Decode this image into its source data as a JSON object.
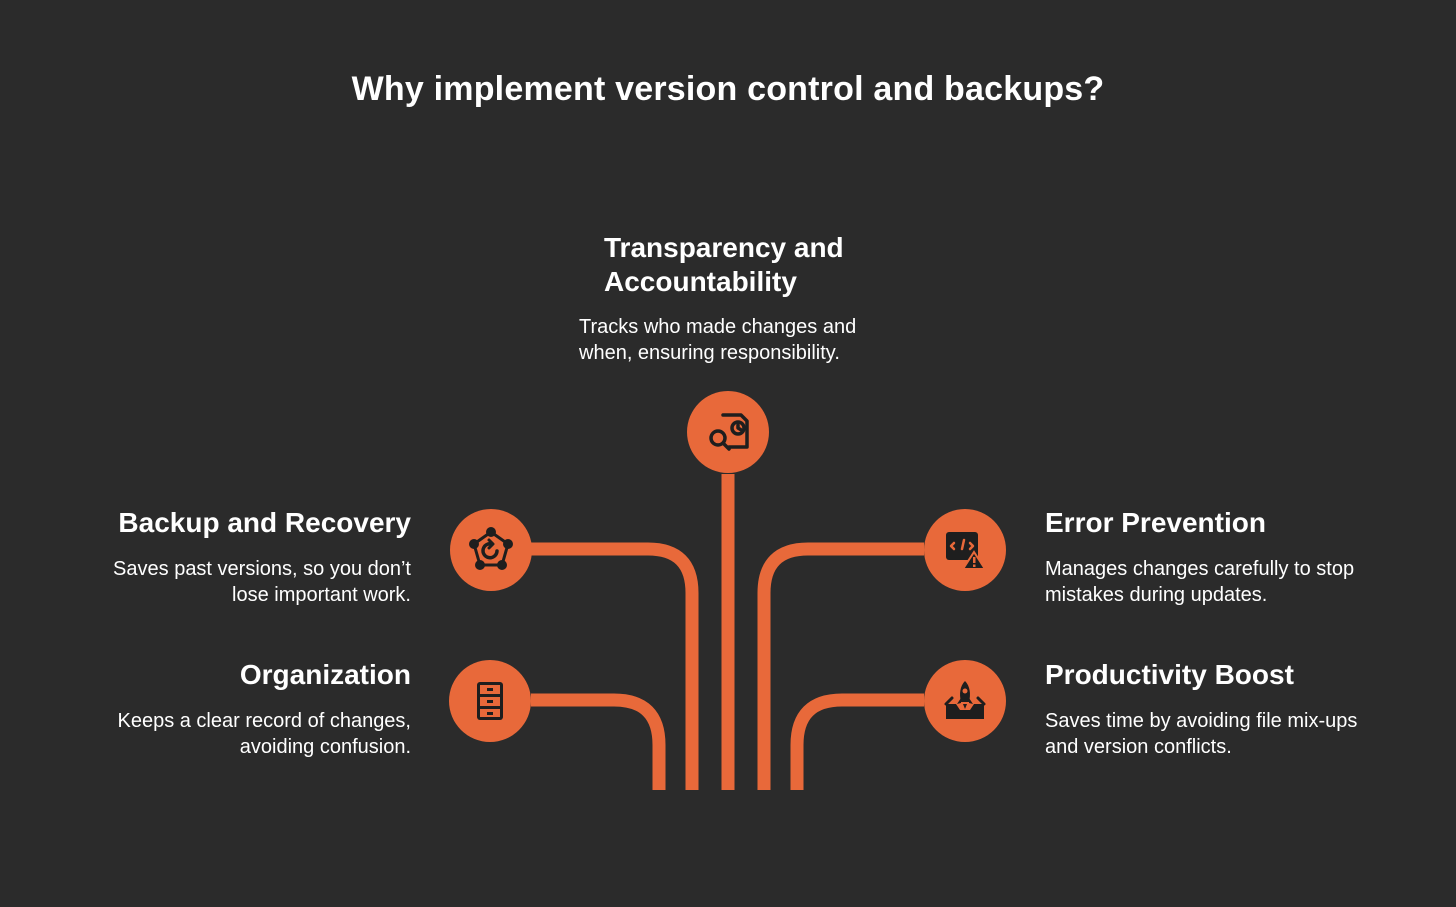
{
  "title": "Why implement version control and backups?",
  "accent_color": "#e8693a",
  "background_color": "#2b2b2b",
  "items": {
    "transparency": {
      "heading_line1": "Transparency and",
      "heading_line2": "Accountability",
      "desc_line1": "Tracks who made changes and",
      "desc_line2": "when, ensuring responsibility.",
      "icon": "document-search-icon"
    },
    "backup": {
      "heading": "Backup and Recovery",
      "desc_line1": "Saves past versions, so you don’t",
      "desc_line2": "lose important work.",
      "icon": "recovery-network-icon"
    },
    "organization": {
      "heading": "Organization",
      "desc_line1": "Keeps a clear record of changes,",
      "desc_line2": "avoiding confusion.",
      "icon": "filing-cabinet-icon"
    },
    "error": {
      "heading": "Error Prevention",
      "desc_line1": "Manages changes carefully to stop",
      "desc_line2": "mistakes during updates.",
      "icon": "code-warning-icon"
    },
    "productivity": {
      "heading": "Productivity Boost",
      "desc_line1": "Saves time by avoiding file mix-ups",
      "desc_line2": "and version conflicts.",
      "icon": "rocket-launch-icon"
    }
  }
}
